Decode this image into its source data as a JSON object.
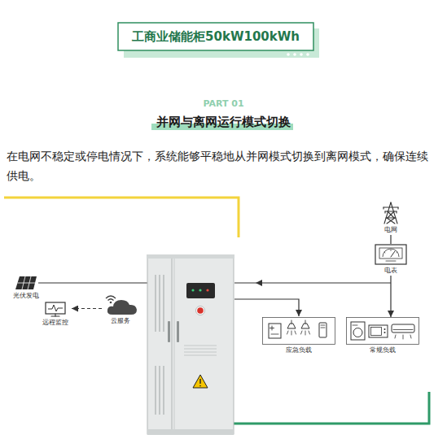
{
  "diagram": {
    "title": "工商业储能柜50kW100kWh",
    "nodes": [
      {
        "text": [
          "电网"
        ]
      },
      {
        "text": [
          "电表"
        ]
      },
      {
        "text": [
          "光伏发电"
        ]
      },
      {
        "text": [
          "远程监控"
        ]
      },
      {
        "text": [
          "云服务"
        ]
      },
      {
        "text": [
          "应急负载"
        ]
      },
      {
        "text": [
          "常规负载"
        ]
      }
    ],
    "edges": [
      {
        "from": 0,
        "to": 1,
        "arrow": "none"
      },
      {
        "from": 4,
        "to": 3,
        "arrow": "to"
      },
      {
        "from": 1,
        "to": 6,
        "arrow": "to"
      }
    ],
    "labels": [
      "PART 01",
      "并网与离网运行模式切换",
      "在电网不稳定或停电情况下，系统能够平稳地从并网模式切换到离网模式，确保连续供电。"
    ]
  }
}
